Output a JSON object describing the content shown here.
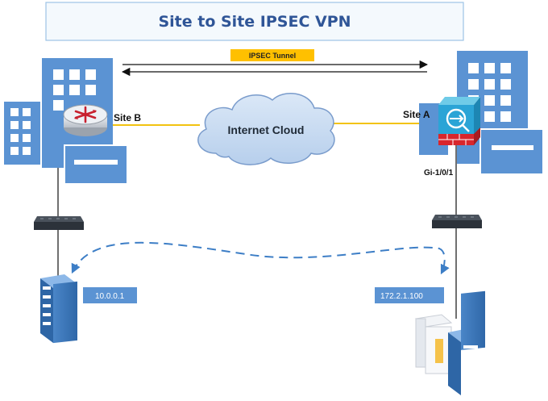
{
  "title": "Site to Site IPSEC VPN",
  "tunnel_label": "IPSEC Tunnel",
  "cloud_label": "Internet Cloud",
  "site_b": {
    "label": "Site B",
    "ip": "10.0.0.1"
  },
  "site_a": {
    "label": "Site A",
    "ip": "172.2.1.100",
    "interface": "Gi-1/0/1"
  },
  "colors": {
    "building": "#5b93d3",
    "building_dark": "#4577b7",
    "link": "#f2c311",
    "tunnel_badge": "#ffc000",
    "cloud_fill": "#c8dcf2",
    "cloud_stroke": "#7a9ccc",
    "ip_box": "#5b93d3",
    "dashed_arrow": "#3d7ec6",
    "title_border": "#9dc3e6",
    "title_bg": "#f4f9fd",
    "title_text": "#2f5597"
  },
  "icons": [
    "building-icon",
    "router-icon",
    "firewall-icon",
    "switch-icon",
    "server-icon"
  ]
}
